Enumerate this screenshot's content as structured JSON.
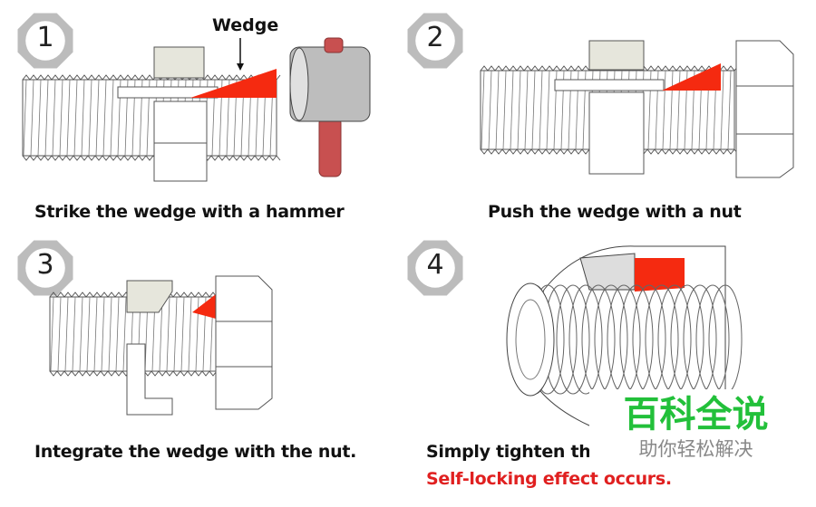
{
  "colors": {
    "wedge": "#f52a10",
    "hammer_handle": "#c85050",
    "hammer_head": "#bdbdbd",
    "badge": "#bcbcbc",
    "watermark_title": "#22c03a",
    "watermark_sub": "#888888"
  },
  "labels": {
    "wedge": "Wedge"
  },
  "steps": [
    {
      "number": "1",
      "caption": "Strike the wedge with a hammer"
    },
    {
      "number": "2",
      "caption": "Push the wedge with a nut"
    },
    {
      "number": "3",
      "caption": "Integrate the wedge with the nut."
    },
    {
      "number": "4",
      "caption": "Simply tighten th",
      "caption_red": "Self-locking effect occurs."
    }
  ],
  "watermark": {
    "title": "百科全说",
    "subtitle": "助你轻松解决"
  }
}
